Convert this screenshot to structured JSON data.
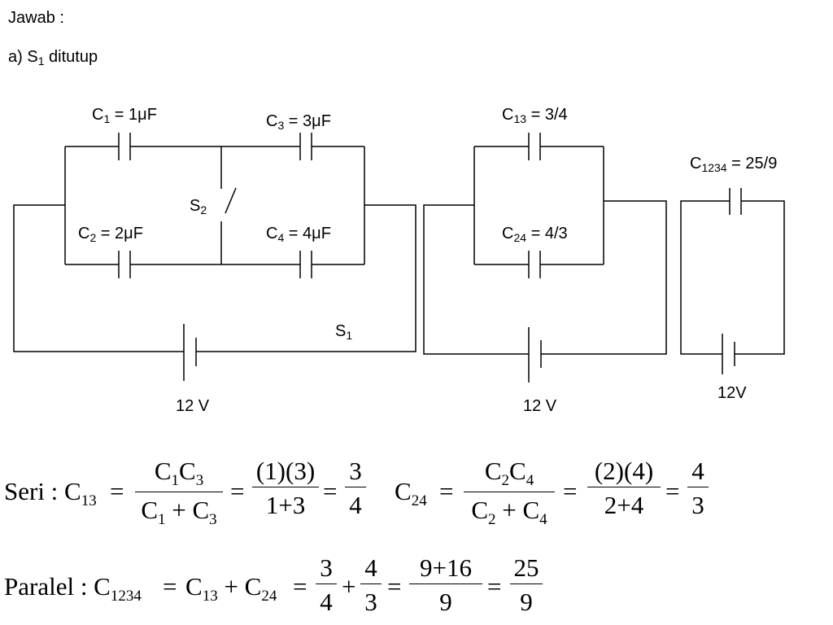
{
  "header": {
    "jawab": "Jawab :",
    "part_a_prefix": "a) S",
    "part_a_sub": "1",
    "part_a_suffix": " ditutup"
  },
  "circuit1": {
    "c1": {
      "name": "C",
      "sub": "1",
      "value": " = 1μF"
    },
    "c3": {
      "name": "C",
      "sub": "3",
      "value": " = 3μF"
    },
    "c2": {
      "name": "C",
      "sub": "2",
      "value": " = 2μF"
    },
    "c4": {
      "name": "C",
      "sub": "4",
      "value": " = 4μF"
    },
    "s2": {
      "name": "S",
      "sub": "2"
    },
    "s1": {
      "name": "S",
      "sub": "1"
    },
    "voltage": "12 V"
  },
  "circuit2": {
    "c13": {
      "name": "C",
      "sub": "13",
      "value": " = 3/4"
    },
    "c24": {
      "name": "C",
      "sub": "24",
      "value": " = 4/3"
    },
    "voltage": "12 V"
  },
  "circuit3": {
    "c1234": {
      "name": "C",
      "sub": "1234",
      "value": " = 25/9"
    },
    "voltage": "12V"
  },
  "equation_series": {
    "label": "Seri : C",
    "label_sub": "13",
    "f1_num_a": "C",
    "f1_num_a_sub": "1",
    "f1_num_b": "C",
    "f1_num_b_sub": "3",
    "f1_den_a": "C",
    "f1_den_a_sub": "1",
    "f1_den_op": " + ",
    "f1_den_b": "C",
    "f1_den_b_sub": "3",
    "f2_num": "(1)(3)",
    "f2_den": "1+3",
    "f3_num": "3",
    "f3_den": "4",
    "c24_label": "C",
    "c24_sub": "24",
    "g1_num_a": "C",
    "g1_num_a_sub": "2",
    "g1_num_b": "C",
    "g1_num_b_sub": "4",
    "g1_den_a": "C",
    "g1_den_a_sub": "2",
    "g1_den_op": " + ",
    "g1_den_b": "C",
    "g1_den_b_sub": "4",
    "g2_num": "(2)(4)",
    "g2_den": "2+4",
    "g3_num": "4",
    "g3_den": "3",
    "eq": "="
  },
  "equation_parallel": {
    "label": "Paralel : C",
    "label_sub": "1234",
    "mid_a": "C",
    "mid_a_sub": "13",
    "plus": "+",
    "mid_b": "C",
    "mid_b_sub": "24",
    "h1_num": "3",
    "h1_den": "4",
    "h2_num": "4",
    "h2_den": "3",
    "h3_num": "9+16",
    "h3_den": "9",
    "h4_num": "25",
    "h4_den": "9",
    "eq": "="
  }
}
